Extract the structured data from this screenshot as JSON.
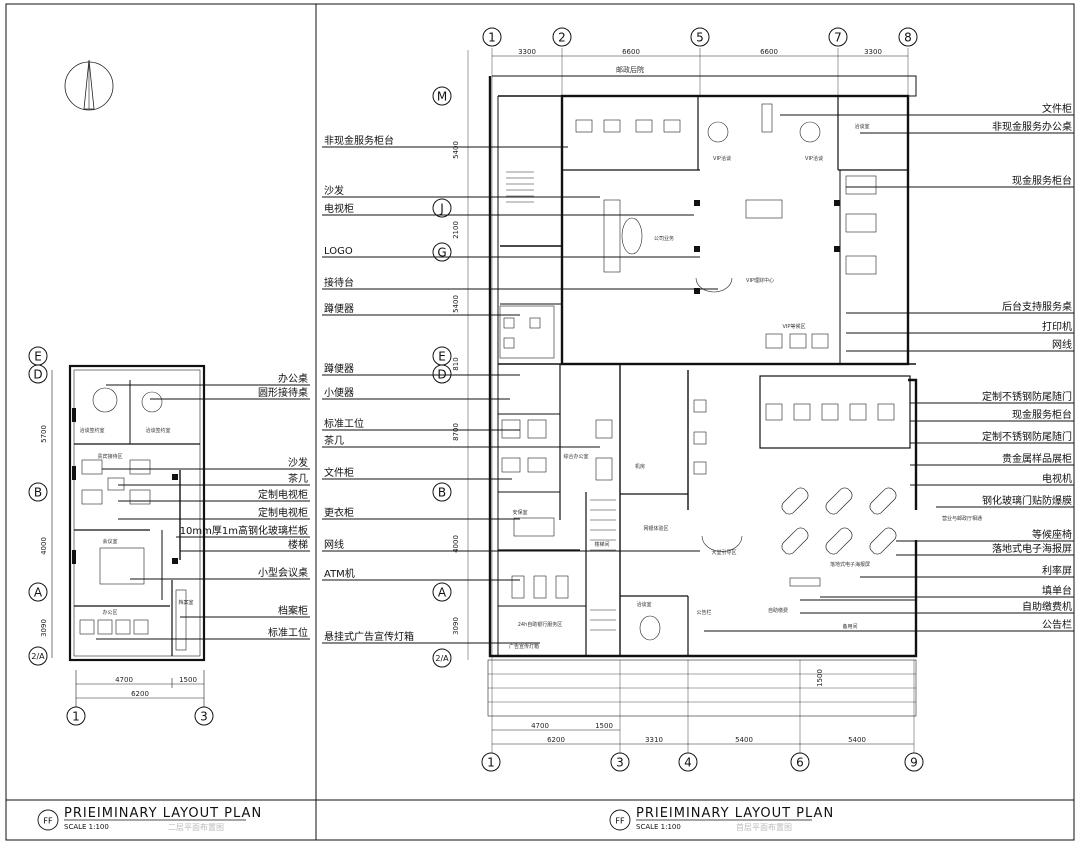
{
  "grid_labels": {
    "main_top": [
      "1",
      "2",
      "5",
      "7",
      "8"
    ],
    "main_bottom": [
      "1",
      "3",
      "4",
      "6",
      "9"
    ],
    "main_left": [
      "M",
      "J",
      "G",
      "E",
      "D",
      "B",
      "A",
      "2/A"
    ],
    "small_left": [
      "E",
      "D",
      "B",
      "A",
      "2/A"
    ],
    "small_bottom": [
      "1",
      "3"
    ]
  },
  "dimensions": {
    "main_top": [
      "3300",
      "6600",
      "6600",
      "3300"
    ],
    "main_bottom_row1": [
      "4700",
      "1500"
    ],
    "main_bottom_row2": [
      "6200",
      "3310",
      "5400",
      "5400"
    ],
    "main_side": [
      "5400",
      "2100",
      "5400",
      "810",
      "8700",
      "4000",
      "3090",
      "1500"
    ],
    "small_side": [
      "5700",
      "4000",
      "3090"
    ],
    "small_bottom_row1": [
      "4700",
      "1500"
    ],
    "small_bottom_row2": [
      "6200"
    ]
  },
  "rooms_main": {
    "courtyard": "邮政后院",
    "vip_room_a": "VIP洽谈",
    "vip_room_b": "VIP洽谈",
    "negotiation": "洽谈室",
    "office": "公司业务",
    "vip_center": "VIP理财中心",
    "vip_wait": "VIP等候区",
    "comprehensive_office": "综合办公室",
    "machine_room": "机房",
    "safe_room": "安保室",
    "stair": "楼梯间",
    "network_area": "网银体验区",
    "lobby_guide": "大堂引导区",
    "floor_screen": "落地式电子海报屏",
    "self_service": "24h自助银行服务区",
    "negotiation2": "洽谈室",
    "self_pay": "自助缴费",
    "spare": "备用间",
    "ad_box": "广告宣传灯箱",
    "post_box": "公告栏",
    "counter_text": "营业与邮政厅相通"
  },
  "rooms_small": {
    "neg_a": "洽谈签约室",
    "neg_b": "洽谈签约室",
    "reception": "贵宾接待区",
    "meeting": "会议室",
    "office": "办公区",
    "archive": "档案室"
  },
  "labels_main_left": [
    "非现金服务柜台",
    "沙发",
    "电视柜",
    "LOGO",
    "接待台",
    "蹲便器",
    "蹲便器",
    "小便器",
    "标准工位",
    "茶几",
    "文件柜",
    "更衣柜",
    "网线",
    "ATM机",
    "悬挂式广告宣传灯箱"
  ],
  "labels_main_right": [
    "文件柜",
    "非现金服务办公桌",
    "现金服务柜台",
    "后台支持服务桌",
    "打印机",
    "网线",
    "定制不锈钢防尾随门",
    "现金服务柜台",
    "定制不锈钢防尾随门",
    "贵金属样品展柜",
    "电视机",
    "钢化玻璃门贴防爆膜",
    "等候座椅",
    "落地式电子海报屏",
    "利率屏",
    "填单台",
    "自助缴费机",
    "公告栏"
  ],
  "labels_small_right": [
    "办公桌",
    "圆形接待桌",
    "沙发",
    "茶几",
    "定制电视柜",
    "定制电视柜",
    "10mm厚1m高钢化玻璃栏板",
    "楼梯",
    "小型会议桌",
    "档案柜",
    "标准工位"
  ],
  "title_blocks": [
    {
      "badge": "FF",
      "title": "PRIEIMINARY LAYOUT PLAN",
      "scale": "SCALE 1:100",
      "subtitle": "二层平面布置图"
    },
    {
      "badge": "FF",
      "title": "PRIEIMINARY LAYOUT PLAN",
      "scale": "SCALE 1:100",
      "subtitle": "首层平面布置图"
    }
  ],
  "colors": {
    "line": "#111111",
    "faint_text": "#bbbbbb"
  }
}
